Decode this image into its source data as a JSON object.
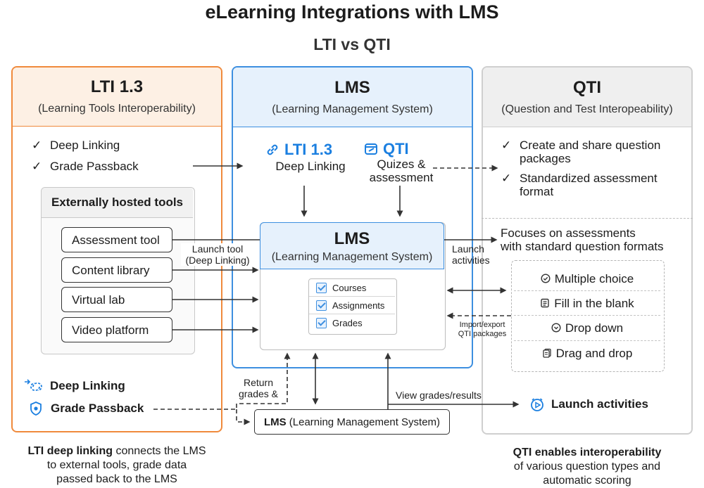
{
  "title": "eLearning Integrations with LMS",
  "subtitle": "LTI vs QTI",
  "lti": {
    "heading": "LTI 1.3",
    "subheading": "(Learning Tools Interoperability)",
    "features": [
      "Deep Linking",
      "Grade Passback"
    ],
    "external_tools_heading": "Externally hosted tools",
    "tools": [
      "Assessment tool",
      "Content library",
      "Virtual lab",
      "Video platform"
    ],
    "legend": [
      "Deep Linking",
      "Grade Passback"
    ],
    "caption_bold": "LTI deep linking",
    "caption_rest_1": " connects the LMS",
    "caption_line_2": "to external tools, grade data",
    "caption_line_3": "passed back to the LMS"
  },
  "lms": {
    "heading": "LMS",
    "subheading": "(Learning Management System)",
    "lti_badge": "LTI 1.3",
    "lti_badge_sub": "Deep Linking",
    "qti_badge": "QTI",
    "qti_badge_sub_1": "Quizes &",
    "qti_badge_sub_2": "assessment",
    "inner_heading": "LMS",
    "inner_subheading": "(Learning Management System)",
    "checklist": [
      "Courses",
      "Assignments",
      "Grades"
    ]
  },
  "qti": {
    "heading": "QTI",
    "subheading": "(Question and Test Interopeability)",
    "features": [
      [
        "Create and share question",
        "packages"
      ],
      [
        "Standardized assessment",
        "format"
      ]
    ],
    "focus_1": "Focuses on assessments",
    "focus_2": "with standard question formats",
    "question_types": [
      "Multiple choice",
      "Fill in the blank",
      "Drop down",
      "Drag and drop"
    ],
    "caption_bold": "QTI enables interoperability",
    "caption_line_2": "of various question types and",
    "caption_line_3": "automatic scoring"
  },
  "labels": {
    "launch_tool_1": "Launch tool",
    "launch_tool_2": "(Deep Linking)",
    "launch_activities_1": "Launch",
    "launch_activities_2": "activities",
    "import_export_1": "Import/export",
    "import_export_2": "QTI packages",
    "return_grades_1": "Return",
    "return_grades_2": "grades &",
    "view_grades": "View grades/results",
    "launch_activities_node": "Launch activities"
  },
  "bottom_lms": {
    "bold": "LMS",
    "rest": " (Learning Management System)"
  },
  "colors": {
    "lti_orange": "#f08a3c",
    "lms_blue": "#3d8fe0",
    "accent_blue": "#1b7fe0",
    "qti_gray": "#cfcfcf"
  }
}
